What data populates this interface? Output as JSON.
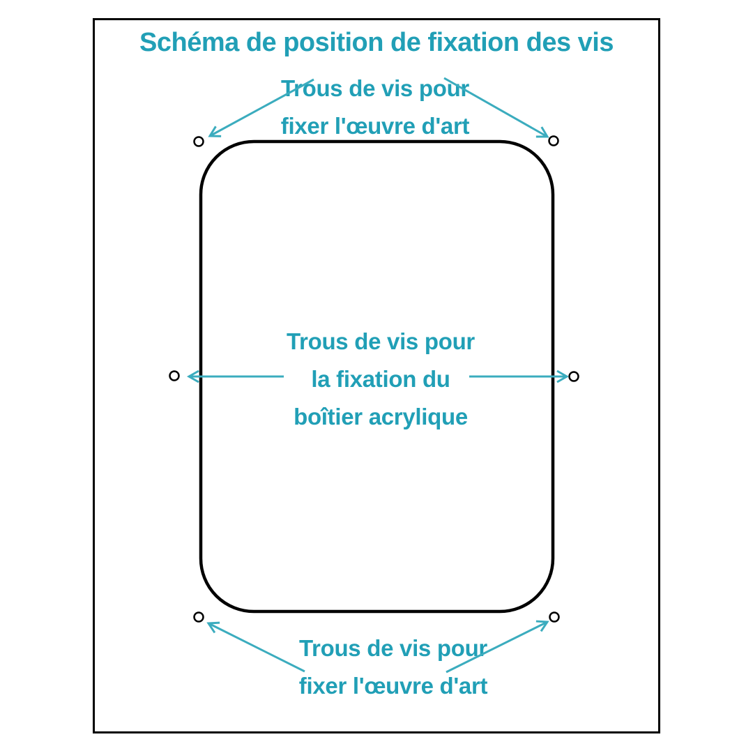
{
  "title": "Schéma de position de fixation des vis",
  "labels": {
    "top": {
      "line1": "Trous de vis pour",
      "line2": "fixer l'œuvre d'art"
    },
    "middle": {
      "line1": "Trous de vis pour",
      "line2": "la fixation du",
      "line3": "boîtier acrylique"
    },
    "bottom": {
      "line1": "Trous de vis pour",
      "line2": "fixer l'œuvre d'art"
    }
  },
  "colors": {
    "accent-text": "#219FB6",
    "accent-arrow": "#3BACBE",
    "outline": "#000000",
    "background": "#FFFFFF"
  }
}
